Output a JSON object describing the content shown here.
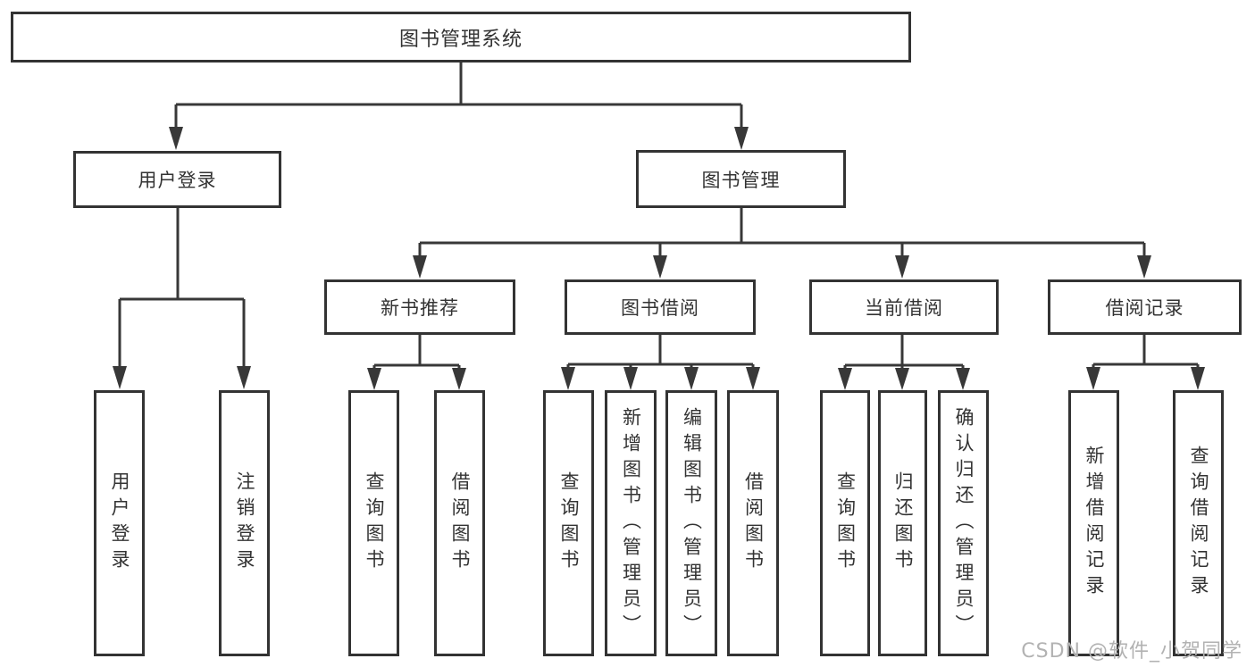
{
  "tree": {
    "root": {
      "label": "图书管理系统",
      "children": [
        {
          "label": "用户登录",
          "children": [
            {
              "label": "用户登录"
            },
            {
              "label": "注销登录"
            }
          ]
        },
        {
          "label": "图书管理",
          "children": [
            {
              "label": "新书推荐",
              "children": [
                {
                  "label": "查询图书"
                },
                {
                  "label": "借阅图书"
                }
              ]
            },
            {
              "label": "图书借阅",
              "children": [
                {
                  "label": "查询图书"
                },
                {
                  "label": "新增图书（管理员）"
                },
                {
                  "label": "编辑图书（管理员）"
                },
                {
                  "label": "借阅图书"
                }
              ]
            },
            {
              "label": "当前借阅",
              "children": [
                {
                  "label": "查询图书"
                },
                {
                  "label": "归还图书"
                },
                {
                  "label": "确认归还（管理员）"
                }
              ]
            },
            {
              "label": "借阅记录",
              "children": [
                {
                  "label": "新增借阅记录"
                },
                {
                  "label": "查询借阅记录"
                }
              ]
            }
          ]
        }
      ]
    }
  },
  "watermark": {
    "text": "CSDN @软件_小贺同学"
  },
  "colors": {
    "line": "#383838",
    "box_border": "#333333",
    "text": "#333333",
    "watermark": "#b2b2b2",
    "background": "#ffffff"
  }
}
